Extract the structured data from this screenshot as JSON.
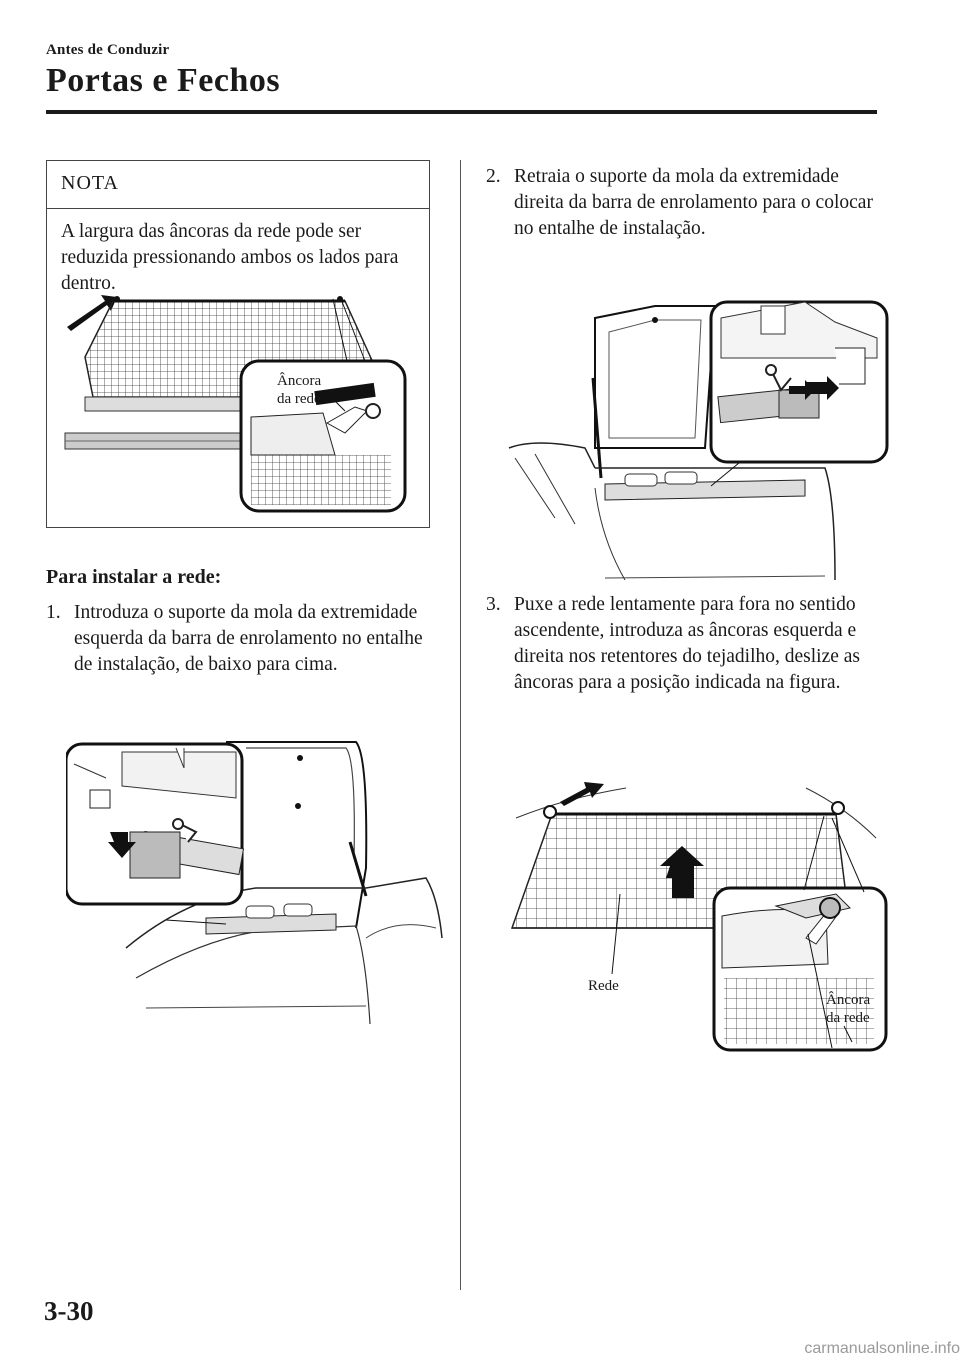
{
  "header": {
    "section": "Antes de Conduzir",
    "title": "Portas e Fechos"
  },
  "note": {
    "heading": "NOTA",
    "text": "A largura das âncoras da rede pode ser reduzida pressionando ambos os lados para dentro.",
    "figure_label_line1": "Âncora",
    "figure_label_line2": "da rede"
  },
  "install": {
    "heading": "Para instalar a rede:",
    "steps": [
      {
        "num": "1.",
        "text": "Introduza o suporte da mola da extremidade esquerda da barra de enrolamento no entalhe de instalação, de baixo para cima."
      },
      {
        "num": "2.",
        "text": "Retraia o suporte da mola da extremidade direita da barra de enrolamento para o colocar no entalhe de instalação."
      },
      {
        "num": "3.",
        "text": "Puxe a rede lentamente para fora no sentido ascendente, introduza as âncoras esquerda e direita nos retentores do tejadilho, deslize as âncoras para a posição indicada na figura."
      }
    ],
    "figure3_labels": {
      "net": "Rede",
      "anchor_line1": "Âncora",
      "anchor_line2": "da rede"
    }
  },
  "footer": {
    "page_number": "3-30",
    "watermark": "carmanualsonline.info"
  }
}
